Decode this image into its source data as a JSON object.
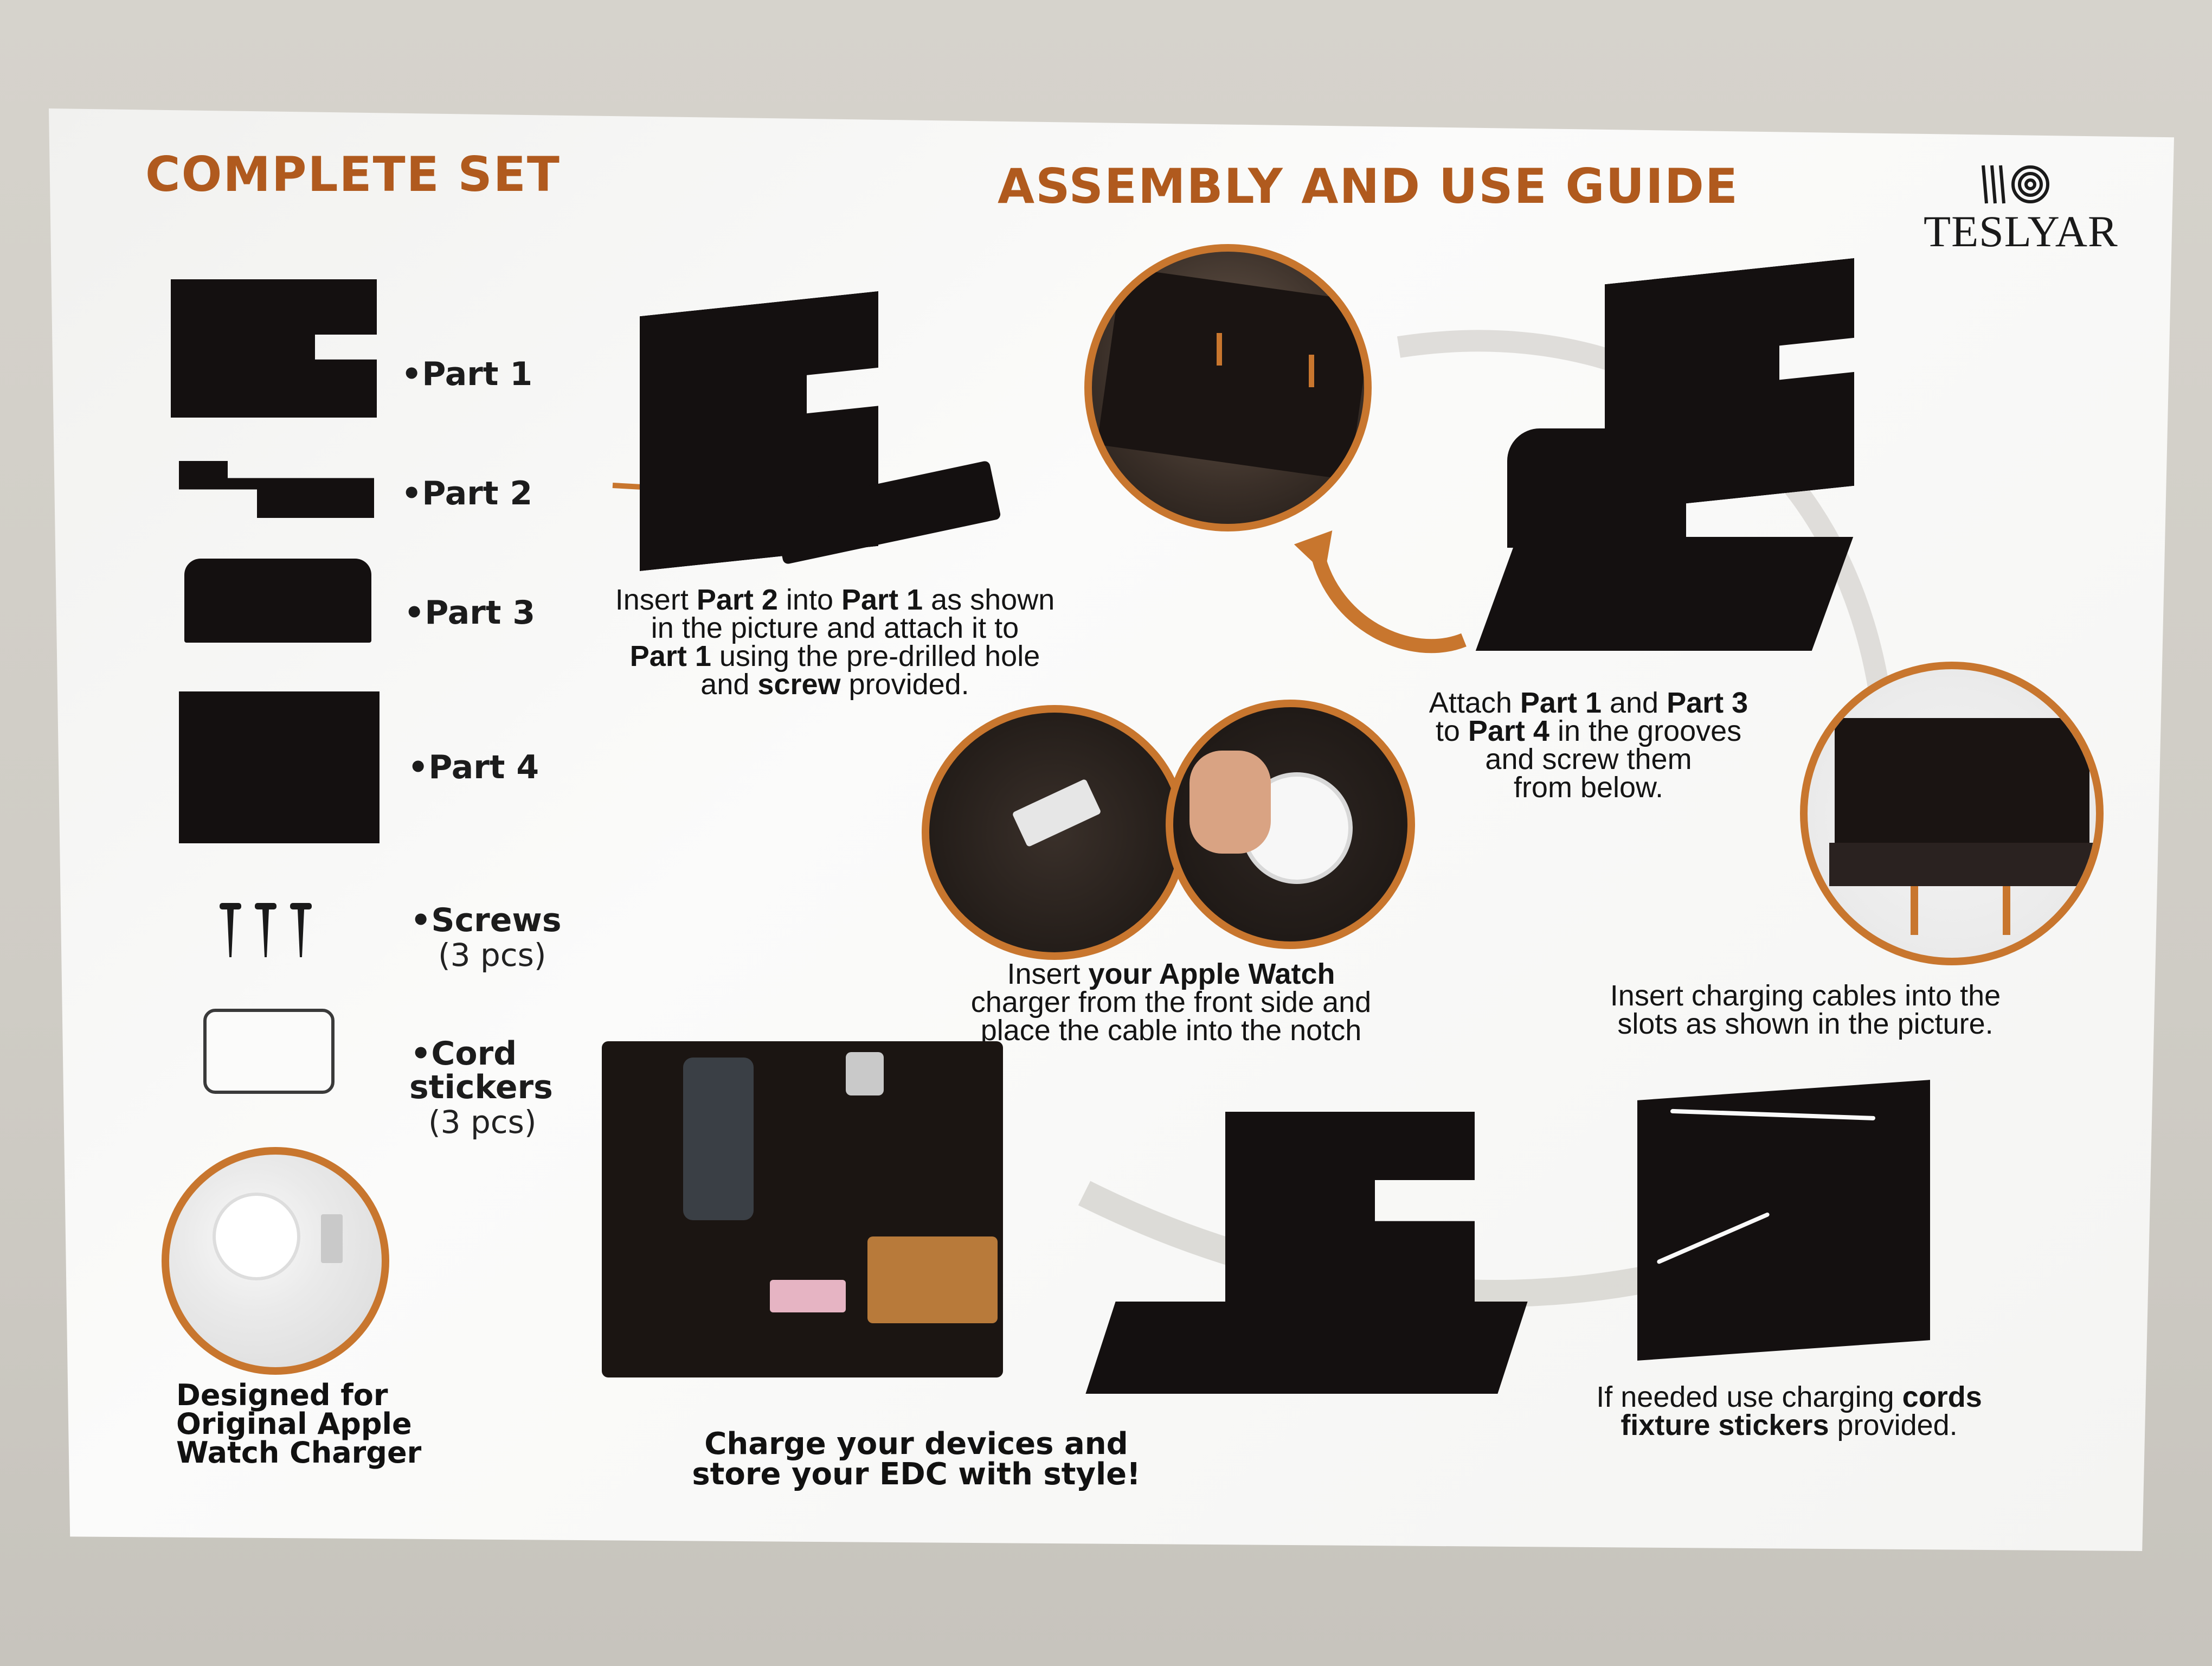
{
  "headings": {
    "complete_set": "COMPLETE SET",
    "guide": "ASSEMBLY AND USE GUIDE"
  },
  "brand": {
    "name": "TESLYAR",
    "logo_icon": "wood-grain-logo-icon"
  },
  "parts": [
    {
      "label": "•Part 1"
    },
    {
      "label": "•Part 2"
    },
    {
      "label": "•Part 3"
    },
    {
      "label": "•Part 4"
    }
  ],
  "screws": {
    "label": "•Screws",
    "qty": "(3 pcs)"
  },
  "stickers": {
    "label_line1": "•Cord",
    "label_line2": "stickers",
    "qty": "(3 pcs)"
  },
  "charger_note": {
    "line1": "Designed for",
    "line2": "Original Apple",
    "line3": "Watch Charger"
  },
  "steps": {
    "step1": {
      "t1": "Insert ",
      "b1": "Part 2",
      "t2": " into ",
      "b2": "Part 1",
      "t3": " as shown",
      "l2": "in the picture and attach it to",
      "b3": "Part 1",
      "t4": " using the pre-drilled hole",
      "t5": "and ",
      "b4": "screw",
      "t6": " provided."
    },
    "step2": {
      "t1": "Attach ",
      "b1": "Part 1",
      "t2": " and ",
      "b2": "Part 3",
      "t3": "to ",
      "b3": "Part 4",
      "t4": " in the grooves",
      "l3": "and screw them",
      "l4": "from below."
    },
    "step3": {
      "t1": "Insert ",
      "b1": "your Apple Watch",
      "l2": "charger from the front side and",
      "l3": "place the cable into the notch"
    },
    "step4": {
      "l1": "Insert charging cables into the",
      "l2": "slots as shown in the picture."
    },
    "step5": {
      "t1": "If needed use charging ",
      "b1": "cords",
      "b2": "fixture stickers",
      "t2": " provided."
    }
  },
  "tagline": {
    "line1": "Charge your devices and",
    "line2": "store your EDC with style!"
  },
  "colors": {
    "accent": "#b05a1e",
    "ring": "#c8762e",
    "wood": "#141010"
  }
}
